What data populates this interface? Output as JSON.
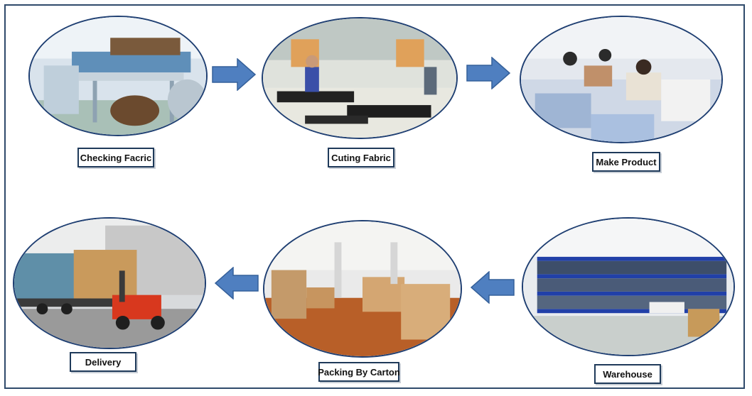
{
  "steps": [
    {
      "label": "Checking Facric",
      "icon": "fabric-inspection-photo"
    },
    {
      "label": "Cuting Fabric",
      "icon": "fabric-cutting-photo"
    },
    {
      "label": "Make Product",
      "icon": "sewing-workshop-photo"
    },
    {
      "label": "Warehouse",
      "icon": "warehouse-shelves-photo"
    },
    {
      "label": "Packing By Carton",
      "icon": "carton-packing-photo"
    },
    {
      "label": "Delivery",
      "icon": "container-truck-photo"
    }
  ],
  "colors": {
    "arrow": "#4f7fc0",
    "arrow_stroke": "#35609a",
    "circle_border": "#1f3f72",
    "frame": "#2f4a6b"
  }
}
